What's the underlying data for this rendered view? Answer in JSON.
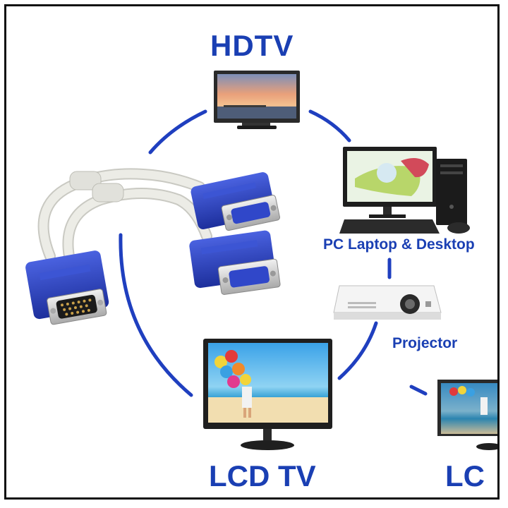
{
  "labels": {
    "hdtv": "HDTV",
    "pc": "PC Laptop & Desktop",
    "projector": "Projector",
    "lcd_tv": "LCD TV",
    "lcd_partial": "LC"
  },
  "colors": {
    "label_blue": "#1a3fb3",
    "arc_blue": "#1f3fbf",
    "connector_blue": "#2f46c8",
    "cable_gray": "#e6e6e0"
  },
  "icons": [
    "vga-splitter-cable",
    "hdtv-icon",
    "desktop-pc-icon",
    "projector-icon",
    "lcd-tv-icon"
  ]
}
